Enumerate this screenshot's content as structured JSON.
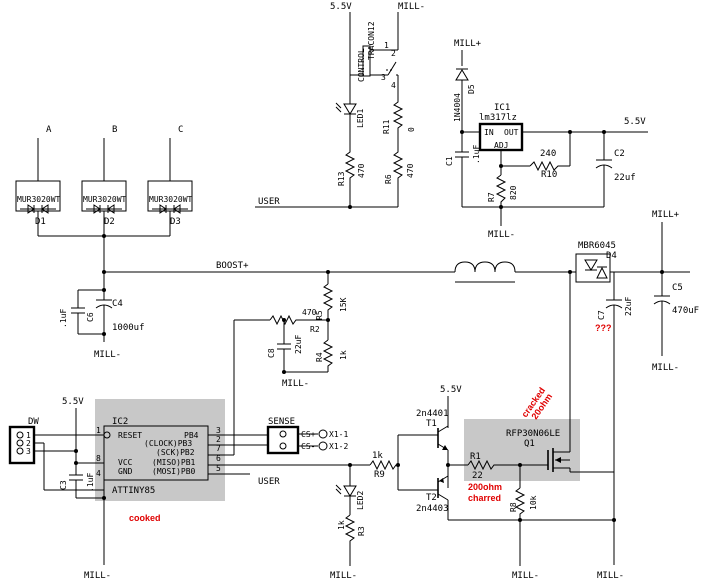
{
  "labels": {
    "v55_top": "5.5V",
    "mill_minus_top": "MILL-",
    "control": "CONTROL",
    "tracon": "TRACON12",
    "pin1": "1",
    "pin2": "2",
    "pin3": "3",
    "pin4": "4",
    "led1": "LED1",
    "r11": "R11",
    "r11_val": "0",
    "r13": "R13",
    "r13_val": "470",
    "r6": "R6",
    "r6_val": "470",
    "user_top": "USER",
    "mill_plus_top": "MILL+",
    "d5": "D5",
    "d5_part": "1N4004",
    "ic1": "IC1",
    "ic1_part": "lm317lz",
    "ic1_in": "IN",
    "ic1_out": "OUT",
    "ic1_adj": "ADJ",
    "v55_right": "5.5V",
    "c1": "C1",
    "c1_val": ".1uF",
    "r10_val": "240",
    "r10": "R10",
    "c2": "C2",
    "c2_val": "22uf",
    "r7": "R7",
    "r7_val": "820",
    "mill_minus_r7": "MILL-",
    "phase_a": "A",
    "phase_b": "B",
    "phase_c": "C",
    "d1_part": "MUR3020WT",
    "d2_part": "MUR3020WT",
    "d3_part": "MUR3020WT",
    "d1": "D1",
    "d2": "D2",
    "d3": "D3",
    "boost": "BOOST+",
    "mill_plus_right": "MILL+",
    "mbr": "MBR6045",
    "d4": "D4",
    "c7": "C7",
    "c7_val": "22uF",
    "q3": "???",
    "c5": "C5",
    "c5_val": "470uF",
    "mill_minus_c5": "MILL-",
    "c4": "C4",
    "c6": "C6",
    "c6_val": ".1uF",
    "c4_val": "1000uf",
    "mill_minus_c4": "MILL-",
    "r2_val": "470",
    "r5": "R5",
    "r5_val": "15K",
    "r2": "R2",
    "c8": "C8",
    "c8_val": "22uF",
    "r4": "R4",
    "r4_val": "1k",
    "mill_minus_r4": "MILL-",
    "sense": "SENSE",
    "cs_plus": "CS+",
    "cs_minus": "CS-",
    "x1_1": "X1-1",
    "x1_2": "X1-2",
    "dw": "DW",
    "dw1": "1",
    "dw2": "2",
    "dw3": "3",
    "v55_left": "5.5V",
    "ic2": "IC2",
    "reset": "RESET",
    "pb4": "PB4",
    "clock_pb3": "(CLOCK)PB3",
    "sck_pb2": "(SCK)PB2",
    "vcc": "VCC",
    "miso_pb1": "(MISO)PB1",
    "gnd": "GND",
    "mosi_pb0": "(MOSI)PB0",
    "attiny": "ATTINY85",
    "ic2_p1": "1",
    "ic2_p2": "2",
    "ic2_p3": "3",
    "ic2_p4": "4",
    "ic2_p5": "5",
    "ic2_p6": "6",
    "ic2_p7": "7",
    "ic2_p8": "8",
    "user_bottom": "USER",
    "c3": "C3",
    "c3_val": ".1uF",
    "cooked": "cooked",
    "mill_minus_bl": "MILL-",
    "v55_t1": "5.5V",
    "t1_part": "2n4401",
    "t1": "T1",
    "r9_val": "1k",
    "r9": "R9",
    "led2": "LED2",
    "r3_val": "1k",
    "r3": "R3",
    "mill_minus_r3": "MILL-",
    "t2": "T2",
    "t2_part": "2n4403",
    "ohm200": "200ohm",
    "charred": "charred",
    "r1": "R1",
    "r1_val": "22",
    "r8": "R8",
    "r8_val": "10k",
    "q1_part": "RFP30N06LE",
    "q1": "Q1",
    "cracked": "cracked",
    "ohm20": "20ohm",
    "mill_minus_r8": "MILL-",
    "mill_minus_br": "MILL-"
  },
  "colors": {
    "wire": "#000000",
    "highlight_box": "#c8c8c8",
    "annotation_red": "#e00000"
  }
}
